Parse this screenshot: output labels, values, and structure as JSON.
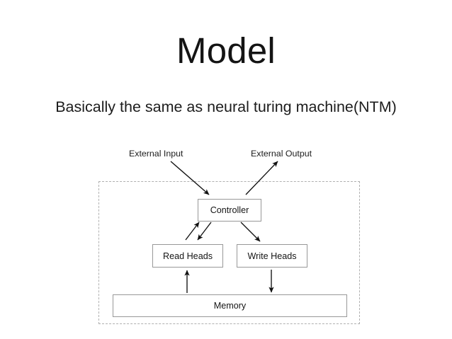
{
  "slide": {
    "title": "Model",
    "subtitle": "Basically the same as neural turing machine(NTM)",
    "background_color": "#ffffff",
    "text_color": "#141414"
  },
  "diagram": {
    "name": "neural-turing-machine-architecture",
    "boundary_style": "dashed",
    "boundary_color": "#b0b0b0",
    "box_border_color": "#989898",
    "external_labels": [
      {
        "id": "external-input",
        "text": "External Input"
      },
      {
        "id": "external-output",
        "text": "External Output"
      }
    ],
    "nodes": [
      {
        "id": "controller",
        "label": "Controller"
      },
      {
        "id": "read-heads",
        "label": "Read Heads"
      },
      {
        "id": "write-heads",
        "label": "Write Heads"
      },
      {
        "id": "memory",
        "label": "Memory"
      }
    ],
    "edges": [
      {
        "id": "external-input-to-controller",
        "from": "External Input",
        "to": "Controller",
        "direction": "one-way"
      },
      {
        "id": "controller-to-external-output",
        "from": "Controller",
        "to": "External Output",
        "direction": "one-way"
      },
      {
        "id": "read-heads-to-controller",
        "from": "Read Heads",
        "to": "Controller",
        "direction": "one-way"
      },
      {
        "id": "controller-to-read-heads",
        "from": "Controller",
        "to": "Read Heads",
        "direction": "one-way"
      },
      {
        "id": "controller-to-write-heads",
        "from": "Controller",
        "to": "Write Heads",
        "direction": "one-way"
      },
      {
        "id": "memory-to-read-heads",
        "from": "Memory",
        "to": "Read Heads",
        "direction": "one-way"
      },
      {
        "id": "write-heads-to-memory",
        "from": "Write Heads",
        "to": "Memory",
        "direction": "one-way"
      }
    ]
  }
}
